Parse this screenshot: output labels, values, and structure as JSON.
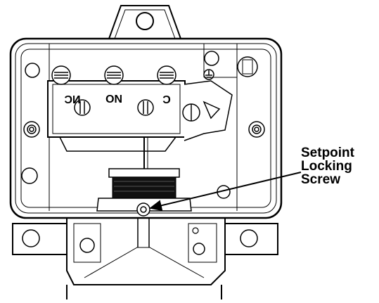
{
  "callout": {
    "lines": [
      "Setpoint",
      "Locking",
      "Screw"
    ]
  },
  "terminal_labels": {
    "nc": "NC",
    "no": "NO",
    "c": "C"
  },
  "icons": [
    "ground-symbol-icon",
    "screw-icon",
    "mounting-hole-icon"
  ],
  "colors": {
    "line": "#000000",
    "background": "#ffffff",
    "threaded_body": "#111111"
  }
}
